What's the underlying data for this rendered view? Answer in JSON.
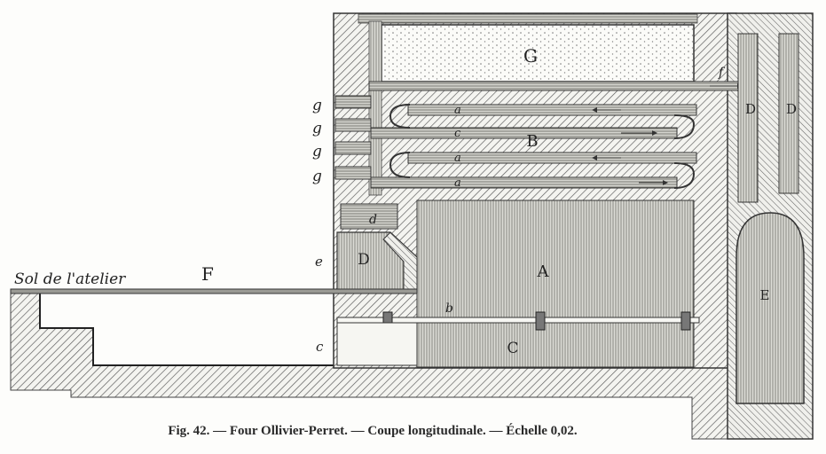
{
  "labels": {
    "G": "G",
    "B": "B",
    "A": "A",
    "C": "C",
    "D": "D",
    "D1": "D",
    "D2": "D",
    "E": "E",
    "F": "F",
    "a1": "a",
    "a2": "a",
    "a3": "a",
    "c_flue": "c",
    "b": "b",
    "d": "d",
    "e": "e",
    "c_left": "c",
    "f": "f",
    "g1": "g",
    "g2": "g",
    "g3": "g",
    "g4": "g",
    "floor": "Sol de l'atelier"
  },
  "caption": "Fig. 42. — Four Ollivier-Perret.  — Coupe longitudinale. — Échelle 0,02."
}
